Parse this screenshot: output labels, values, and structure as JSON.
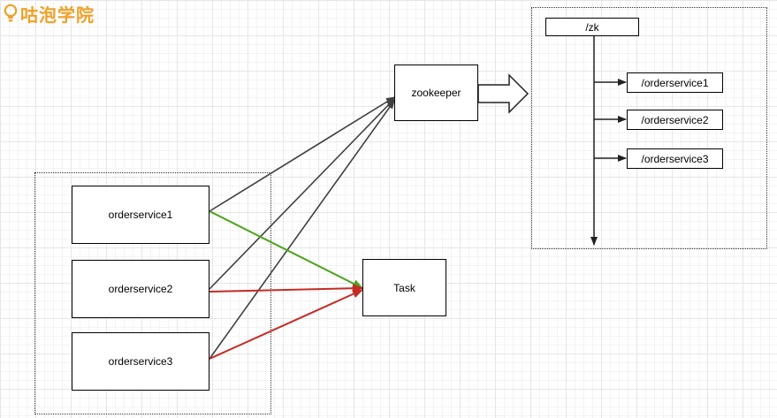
{
  "logo": {
    "text": "咕泡学院",
    "icon": "lightbulb-icon",
    "color": "#f0a028"
  },
  "nodes": {
    "zookeeper": "zookeeper",
    "task": "Task",
    "services": [
      "orderservice1",
      "orderservice2",
      "orderservice3"
    ],
    "zk_root": "/zk",
    "zk_children": [
      "/orderservice1",
      "/orderservice2",
      "/orderservice3"
    ]
  },
  "colors": {
    "registration_arrow": "#404040",
    "active_arrow": "#4aa419",
    "waiting_arrow": "#c52b25"
  }
}
